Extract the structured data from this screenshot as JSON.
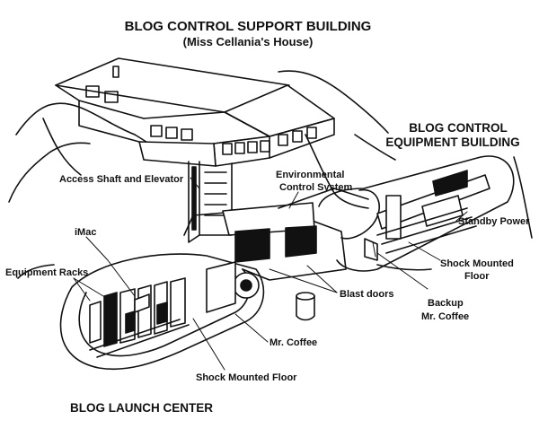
{
  "title": "BLOG CONTROL SUPPORT BUILDING",
  "subtitle": "(Miss Cellania's House)",
  "equipment_building_line1": "BLOG CONTROL",
  "equipment_building_line2": "EQUIPMENT BUILDING",
  "launch_center": "BLOG LAUNCH CENTER",
  "labels": {
    "access_shaft": "Access Shaft and Elevator",
    "env_line1": "Environmental",
    "env_line2": "Control System",
    "standby_power": "Standby Power",
    "imac": "iMac",
    "shock_floor_right_1": "Shock Mounted",
    "shock_floor_right_2": "Floor",
    "equipment_racks": "Equipment Racks",
    "blast_doors": "Blast doors",
    "backup_1": "Backup",
    "backup_2": "Mr. Coffee",
    "mr_coffee": "Mr. Coffee",
    "shock_floor_bottom": "Shock Mounted Floor"
  },
  "colors": {
    "ink": "#111111",
    "paper": "#ffffff"
  }
}
